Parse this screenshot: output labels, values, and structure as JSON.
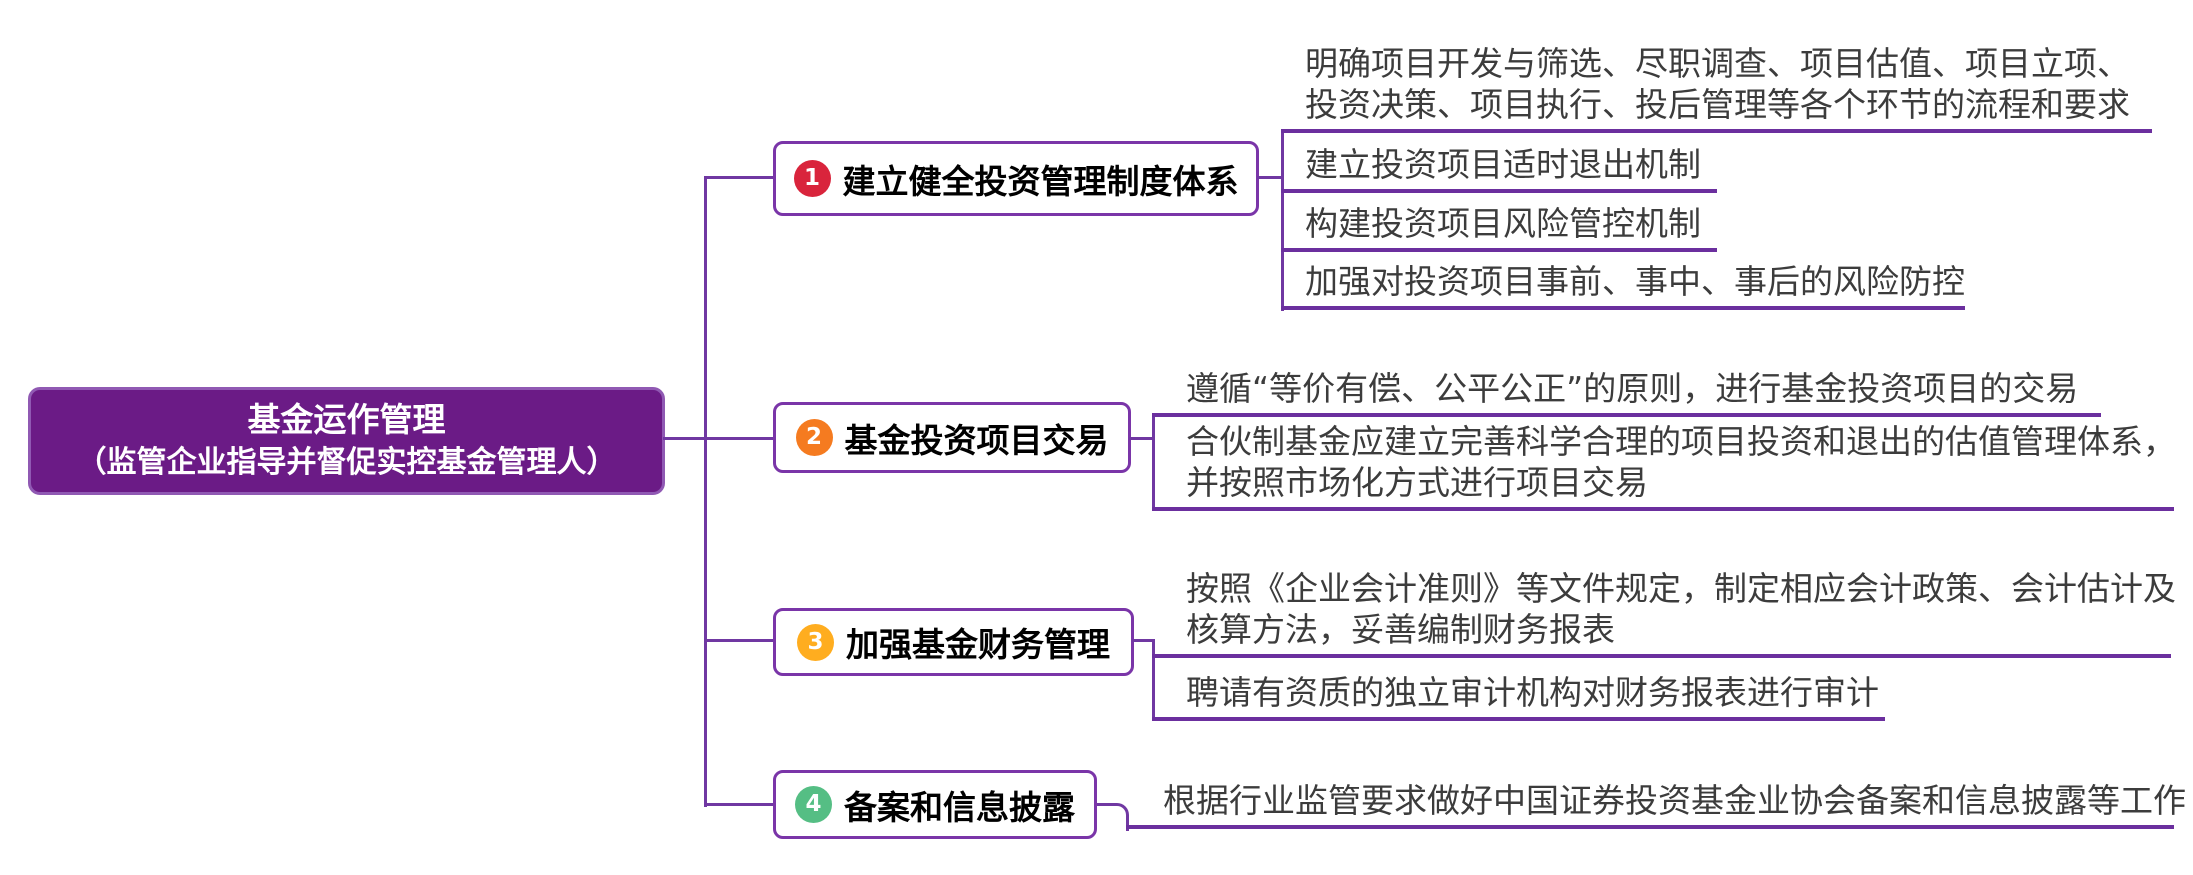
{
  "root": {
    "title_line1": "基金运作管理",
    "title_line2": "（监管企业指导并督促实控基金管理人）"
  },
  "branches": [
    {
      "number": "1",
      "label": "建立健全投资管理制度体系",
      "badge_color": "#D9243C",
      "leaves": [
        {
          "lines": [
            "明确项目开发与筛选、尽职调查、项目估值、项目立项、",
            "投资决策、项目执行、投后管理等各个环节的流程和要求"
          ]
        },
        {
          "lines": [
            "建立投资项目适时退出机制"
          ]
        },
        {
          "lines": [
            "构建投资项目风险管控机制"
          ]
        },
        {
          "lines": [
            "加强对投资项目事前、事中、事后的风险防控"
          ]
        }
      ]
    },
    {
      "number": "2",
      "label": "基金投资项目交易",
      "badge_color": "#F57B20",
      "leaves": [
        {
          "lines": [
            "遵循“等价有偿、公平公正”的原则，进行基金投资项目的交易"
          ]
        },
        {
          "lines": [
            "合伙制基金应建立完善科学合理的项目投资和退出的估值管理体系，",
            "并按照市场化方式进行项目交易"
          ]
        }
      ]
    },
    {
      "number": "3",
      "label": "加强基金财务管理",
      "badge_color": "#FFAD1F",
      "leaves": [
        {
          "lines": [
            "按照《企业会计准则》等文件规定，制定相应会计政策、会计估计及",
            "核算方法，妥善编制财务报表"
          ]
        },
        {
          "lines": [
            "聘请有资质的独立审计机构对财务报表进行审计"
          ]
        }
      ]
    },
    {
      "number": "4",
      "label": "备案和信息披露",
      "badge_color": "#55BE84",
      "leaves": [
        {
          "lines": [
            "根据行业监管要求做好中国证券投资基金业协会备案和信息披露等工作"
          ]
        }
      ]
    }
  ],
  "colors": {
    "connector_purple": "#7038A2",
    "root_fill": "#6B1B86",
    "root_border": "#9059B3",
    "node_border": "#7A35A8",
    "underline_purple": "#6B2F9E",
    "leaf_text": "#3C3C3C"
  }
}
